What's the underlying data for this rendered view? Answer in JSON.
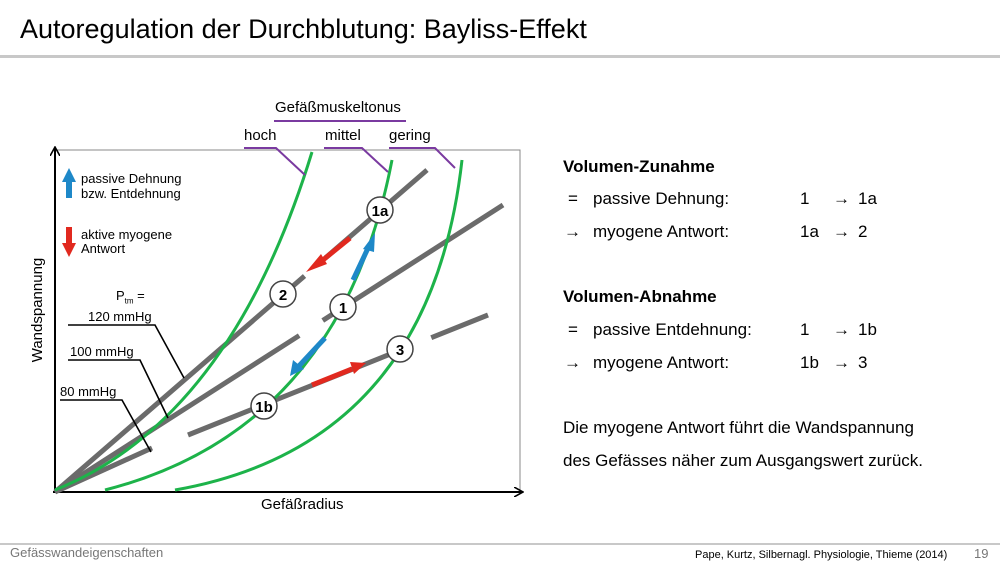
{
  "title": "Autoregulation der Durchblutung:  Bayliss-Effekt",
  "footer": {
    "section": "Gefässwandeigenschaften",
    "citation": "Pape, Kurtz, Silbernagl. Physiologie, Thieme (2014)",
    "page": "19"
  },
  "diagram": {
    "y_axis_label": "Wandspannung",
    "x_axis_label": "Gefäßradius",
    "tone_header": "Gefäßmuskeltonus",
    "tone_levels": [
      "hoch",
      "mittel",
      "gering"
    ],
    "legend": {
      "passive_line1": "passive Dehnung",
      "passive_line2": "bzw. Entdehnung",
      "active_line1": "aktive myogene",
      "active_line2": "Antwort"
    },
    "ptm_label": "P",
    "ptm_sub": "tm",
    "ptm_eq": " =",
    "pressures": [
      "120 mmHg",
      "100 mmHg",
      "80 mmHg"
    ],
    "points": [
      "1a",
      "2",
      "1",
      "3",
      "1b"
    ],
    "colors": {
      "curve": "#1db34a",
      "line": "#6b6b6b",
      "passive": "#1e88c8",
      "active": "#e1291f"
    }
  },
  "text": {
    "increase_title": "Volumen-Zunahme",
    "increase_rows": [
      {
        "sym": "=",
        "label": "passive Dehnung:",
        "from": "1",
        "to": "1a"
      },
      {
        "sym": "→",
        "label": "myogene Antwort:",
        "from": "1a",
        "to": "2"
      }
    ],
    "decrease_title": "Volumen-Abnahme",
    "decrease_rows": [
      {
        "sym": "=",
        "label": "passive Entdehnung:",
        "from": "1",
        "to": "1b"
      },
      {
        "sym": "→",
        "label": "myogene Antwort:",
        "from": "1b",
        "to": "3"
      }
    ],
    "conclusion_line1": "Die myogene Antwort führt die Wandspannung",
    "conclusion_line2": "des Gefässes näher zum Ausgangswert zurück."
  }
}
